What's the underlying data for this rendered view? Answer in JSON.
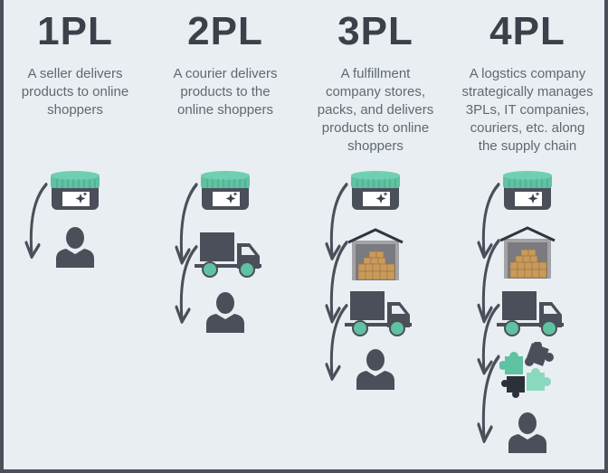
{
  "columns": [
    {
      "title": "1PL",
      "desc": [
        "A seller delivers",
        "products to online",
        "shoppers"
      ],
      "steps": [
        "product",
        "shopper"
      ]
    },
    {
      "title": "2PL",
      "desc": [
        "A courier delivers",
        "products to the",
        "online shoppers"
      ],
      "steps": [
        "product",
        "truck",
        "shopper"
      ]
    },
    {
      "title": "3PL",
      "desc": [
        "A fulfillment",
        "company stores,",
        "packs, and delivers",
        "products to online",
        "shoppers"
      ],
      "steps": [
        "product",
        "warehouse",
        "truck",
        "shopper"
      ]
    },
    {
      "title": "4PL",
      "desc": [
        "A logstics company",
        "strategically manages",
        "3PLs, IT companies,",
        "couriers, etc. along",
        "the supply chain"
      ],
      "steps": [
        "product",
        "warehouse",
        "truck",
        "puzzle",
        "shopper"
      ]
    }
  ],
  "colors": {
    "accent": "#5fc2a2",
    "dark": "#4a4f5a",
    "background": "#e9eef2",
    "box": "#c99a5b"
  }
}
